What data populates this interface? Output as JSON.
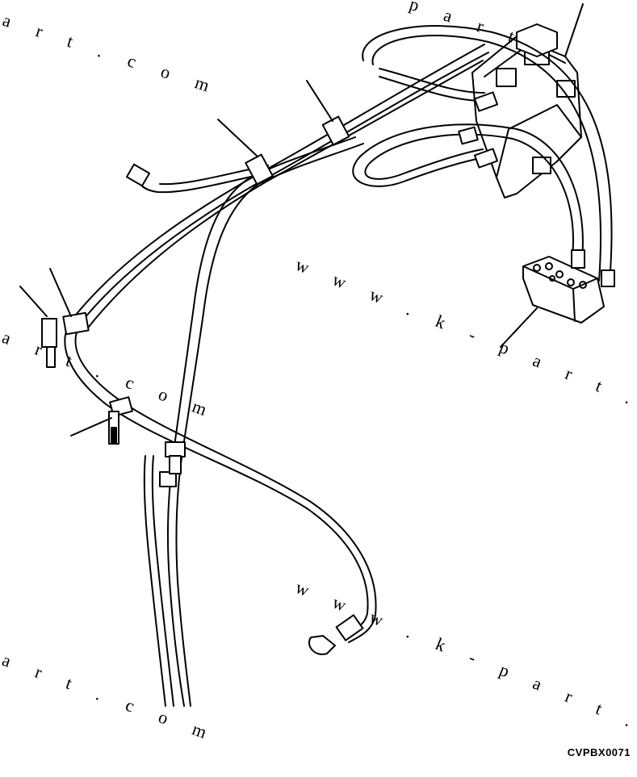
{
  "drawing_code": "CVPBX0071",
  "watermark_full": "w w w . k - p a r t . c o m",
  "watermark_part": "a r t . c o m",
  "watermark_top": "p a r t",
  "colors": {
    "line": "#000000",
    "paper": "#ffffff"
  }
}
